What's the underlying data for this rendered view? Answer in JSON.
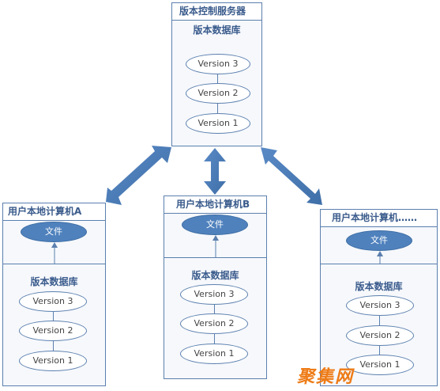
{
  "server": {
    "title": "版本控制服务器",
    "db_label": "版本数据库",
    "versions": [
      "Version 3",
      "Version 2",
      "Version 1"
    ]
  },
  "clients": [
    {
      "title": "用户本地计算机A",
      "file_label": "文件",
      "db_label": "版本数据库",
      "versions": [
        "Version 3",
        "Version 2",
        "Version 1"
      ]
    },
    {
      "title": "用户本地计算机B",
      "file_label": "文件",
      "db_label": "版本数据库",
      "versions": [
        "Version 3",
        "Version 2",
        "Version 1"
      ]
    },
    {
      "title": "用户本地计算机……",
      "file_label": "文件",
      "db_label": "版本数据库",
      "versions": [
        "Version 3",
        "Version 2",
        "Version 1"
      ]
    }
  ],
  "watermark": "聚集网",
  "colors": {
    "border": "#5b7fae",
    "arrow": "#4f81bd",
    "file_fill": "#4f81bd",
    "watermark": "#ee7b16"
  }
}
